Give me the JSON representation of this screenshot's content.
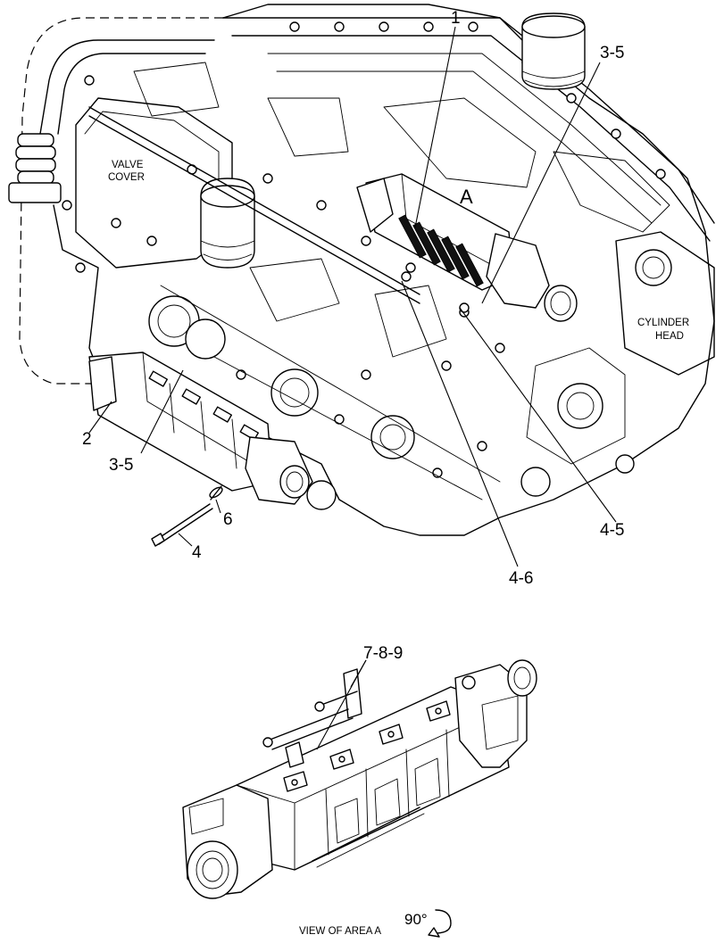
{
  "callouts": {
    "c1": "1",
    "c35_top": "3-5",
    "c2": "2",
    "c35_left": "3-5",
    "c6": "6",
    "c4": "4",
    "c45": "4-5",
    "c46": "4-6",
    "c789": "7-8-9"
  },
  "notes": {
    "valve_cover_line1": "VALVE",
    "valve_cover_line2": "COVER",
    "cylinder_head_line1": "CYLINDER",
    "cylinder_head_line2": "HEAD",
    "area_marker": "A",
    "view_caption": "VIEW OF AREA A",
    "rotation": "90°"
  }
}
